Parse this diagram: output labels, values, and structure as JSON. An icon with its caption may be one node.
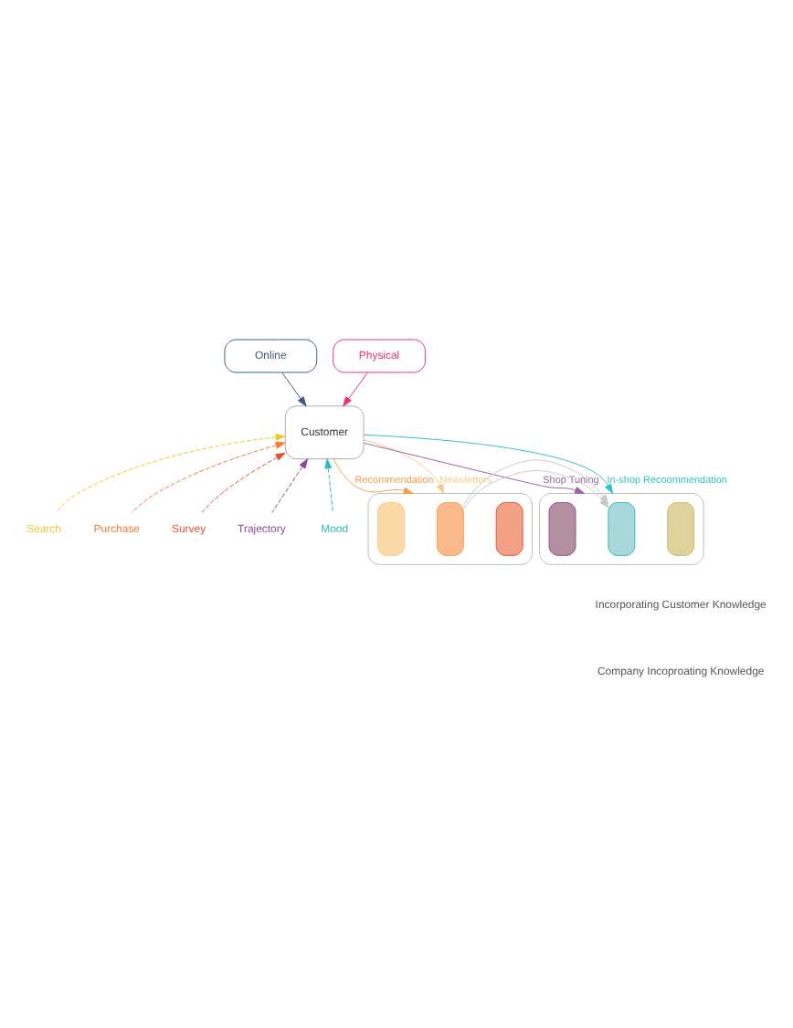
{
  "diagram": {
    "nodes": [
      {
        "text": [
          "Online"
        ]
      },
      {
        "text": [
          "Physical"
        ]
      },
      {
        "text": [
          "Customer"
        ]
      },
      {
        "text": [
          "Search"
        ]
      },
      {
        "text": [
          "Purchase"
        ]
      },
      {
        "text": [
          "Survey"
        ]
      },
      {
        "text": [
          "Trajectory"
        ]
      },
      {
        "text": [
          "Mood"
        ]
      },
      {
        "text": [],
        "shape": "box"
      },
      {
        "text": [],
        "shape": "box",
        "in": 8
      },
      {
        "text": [],
        "shape": "box",
        "in": 8
      },
      {
        "text": [],
        "shape": "box",
        "in": 8
      },
      {
        "text": [],
        "shape": "box"
      },
      {
        "text": [],
        "shape": "box",
        "in": 12
      },
      {
        "text": [],
        "shape": "box",
        "in": 12
      },
      {
        "text": [],
        "shape": "box",
        "in": 12
      }
    ],
    "edges": [
      {
        "from": 0,
        "to": 2,
        "arrow": "to",
        "color": "#3d5a80"
      },
      {
        "from": 1,
        "to": 2,
        "arrow": "to",
        "color": "#e8336b"
      },
      {
        "from": 3,
        "to": 2,
        "arrow": "to",
        "style": "dashed",
        "color": "#f2c832"
      },
      {
        "from": 4,
        "to": 2,
        "arrow": "to",
        "style": "dashed",
        "color": "#f07d3c"
      },
      {
        "from": 5,
        "to": 2,
        "arrow": "to",
        "style": "dashed",
        "color": "#e8503a"
      },
      {
        "from": 6,
        "to": 2,
        "arrow": "to",
        "style": "dashed",
        "color": "#8e4a9a"
      },
      {
        "from": 7,
        "to": 2,
        "arrow": "to",
        "style": "dashed",
        "color": "#2bbcbc"
      },
      {
        "from": 2,
        "to": 8,
        "arrow": "to",
        "label": "Recommendation",
        "color": "#f4a04e"
      },
      {
        "from": 2,
        "to": 8,
        "arrow": "to",
        "label": "Newsletters",
        "color": "#f8c98a"
      },
      {
        "from": 2,
        "to": 12,
        "arrow": "to",
        "label": "Shop Tuning",
        "color": "#9a63a8"
      },
      {
        "from": 2,
        "to": 12,
        "arrow": "to",
        "label": "In-shop Recoommendation",
        "color": "#2ec4c4"
      },
      {
        "from": 8,
        "to": 12,
        "arrow": "to",
        "color": "#c8c8c8"
      }
    ],
    "labels": [
      "Incorporating Customer Knowledge",
      "Company Incoproating Knowledge"
    ]
  }
}
